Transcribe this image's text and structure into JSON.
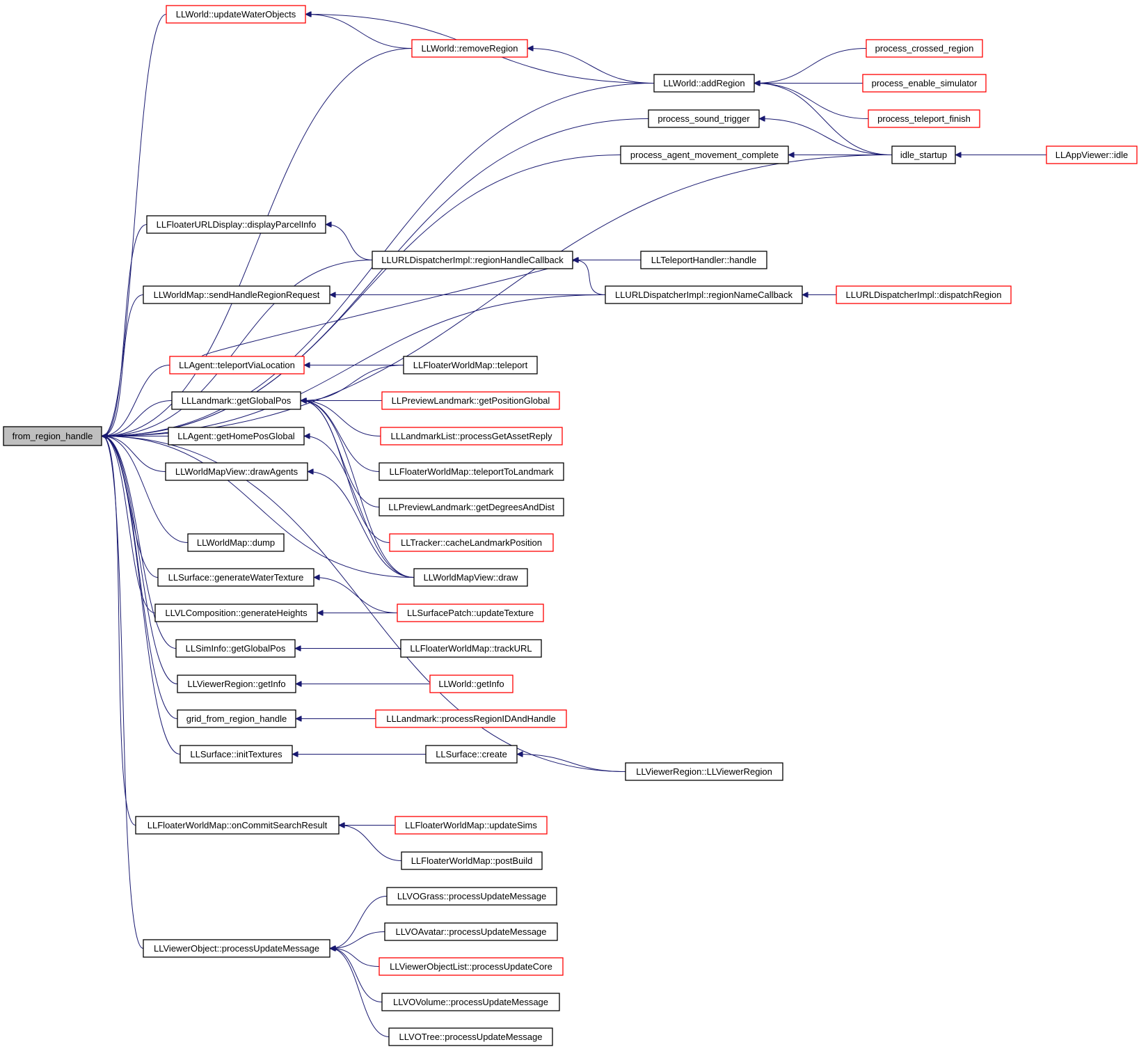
{
  "colors": {
    "edge": "#191970",
    "border_normal": "#000000",
    "border_truncated": "#ff0000",
    "root_fill": "#bfbfbf"
  },
  "nodes": [
    {
      "id": "root",
      "label": "from_region_handle",
      "style": "root"
    },
    {
      "id": "n1",
      "label": "LLWorld::updateWaterObjects",
      "style": "truncated"
    },
    {
      "id": "n2",
      "label": "LLWorld::removeRegion",
      "style": "truncated"
    },
    {
      "id": "n3",
      "label": "LLWorld::addRegion",
      "style": "normal"
    },
    {
      "id": "n4",
      "label": "process_crossed_region",
      "style": "truncated"
    },
    {
      "id": "n5",
      "label": "process_enable_simulator",
      "style": "truncated"
    },
    {
      "id": "n6",
      "label": "process_sound_trigger",
      "style": "normal"
    },
    {
      "id": "n7",
      "label": "process_teleport_finish",
      "style": "truncated"
    },
    {
      "id": "n8",
      "label": "process_agent_movement_complete",
      "style": "normal"
    },
    {
      "id": "n9",
      "label": "idle_startup",
      "style": "normal"
    },
    {
      "id": "n10",
      "label": "LLAppViewer::idle",
      "style": "truncated"
    },
    {
      "id": "n11",
      "label": "LLFloaterURLDisplay::displayParcelInfo",
      "style": "normal"
    },
    {
      "id": "n12",
      "label": "LLURLDispatcherImpl::regionHandleCallback",
      "style": "normal"
    },
    {
      "id": "n13",
      "label": "LLTeleportHandler::handle",
      "style": "normal"
    },
    {
      "id": "n14",
      "label": "LLWorldMap::sendHandleRegionRequest",
      "style": "normal"
    },
    {
      "id": "n15",
      "label": "LLURLDispatcherImpl::regionNameCallback",
      "style": "normal"
    },
    {
      "id": "n16",
      "label": "LLURLDispatcherImpl::dispatchRegion",
      "style": "truncated"
    },
    {
      "id": "n17",
      "label": "LLAgent::teleportViaLocation",
      "style": "truncated"
    },
    {
      "id": "n18",
      "label": "LLFloaterWorldMap::teleport",
      "style": "normal"
    },
    {
      "id": "n19",
      "label": "LLLandmark::getGlobalPos",
      "style": "normal"
    },
    {
      "id": "n20",
      "label": "LLPreviewLandmark::getPositionGlobal",
      "style": "truncated"
    },
    {
      "id": "n21",
      "label": "LLAgent::getHomePosGlobal",
      "style": "normal"
    },
    {
      "id": "n22",
      "label": "LLLandmarkList::processGetAssetReply",
      "style": "truncated"
    },
    {
      "id": "n23",
      "label": "LLWorldMapView::drawAgents",
      "style": "normal"
    },
    {
      "id": "n24",
      "label": "LLFloaterWorldMap::teleportToLandmark",
      "style": "normal"
    },
    {
      "id": "n25",
      "label": "LLPreviewLandmark::getDegreesAndDist",
      "style": "normal"
    },
    {
      "id": "n26",
      "label": "LLWorldMap::dump",
      "style": "normal"
    },
    {
      "id": "n27",
      "label": "LLTracker::cacheLandmarkPosition",
      "style": "truncated"
    },
    {
      "id": "n28",
      "label": "LLSurface::generateWaterTexture",
      "style": "normal"
    },
    {
      "id": "n29",
      "label": "LLWorldMapView::draw",
      "style": "normal"
    },
    {
      "id": "n30",
      "label": "LLVLComposition::generateHeights",
      "style": "normal"
    },
    {
      "id": "n31",
      "label": "LLSurfacePatch::updateTexture",
      "style": "truncated"
    },
    {
      "id": "n32",
      "label": "LLSimInfo::getGlobalPos",
      "style": "normal"
    },
    {
      "id": "n33",
      "label": "LLFloaterWorldMap::trackURL",
      "style": "normal"
    },
    {
      "id": "n34",
      "label": "LLViewerRegion::getInfo",
      "style": "normal"
    },
    {
      "id": "n35",
      "label": "LLWorld::getInfo",
      "style": "truncated"
    },
    {
      "id": "n36",
      "label": "grid_from_region_handle",
      "style": "normal"
    },
    {
      "id": "n37",
      "label": "LLLandmark::processRegionIDAndHandle",
      "style": "truncated"
    },
    {
      "id": "n38",
      "label": "LLSurface::initTextures",
      "style": "normal"
    },
    {
      "id": "n39",
      "label": "LLSurface::create",
      "style": "normal"
    },
    {
      "id": "n40",
      "label": "LLViewerRegion::LLViewerRegion",
      "style": "normal"
    },
    {
      "id": "n41",
      "label": "LLFloaterWorldMap::onCommitSearchResult",
      "style": "normal"
    },
    {
      "id": "n42",
      "label": "LLFloaterWorldMap::updateSims",
      "style": "truncated"
    },
    {
      "id": "n43",
      "label": "LLFloaterWorldMap::postBuild",
      "style": "normal"
    },
    {
      "id": "n44",
      "label": "LLVOGrass::processUpdateMessage",
      "style": "normal"
    },
    {
      "id": "n45",
      "label": "LLViewerObject::processUpdateMessage",
      "style": "normal"
    },
    {
      "id": "n46",
      "label": "LLVOAvatar::processUpdateMessage",
      "style": "normal"
    },
    {
      "id": "n47",
      "label": "LLViewerObjectList::processUpdateCore",
      "style": "truncated"
    },
    {
      "id": "n48",
      "label": "LLVOVolume::processUpdateMessage",
      "style": "normal"
    },
    {
      "id": "n49",
      "label": "LLVOTree::processUpdateMessage",
      "style": "normal"
    }
  ],
  "edges": [
    {
      "from": "n1",
      "to": "root"
    },
    {
      "from": "n2",
      "to": "root"
    },
    {
      "from": "n3",
      "to": "root"
    },
    {
      "from": "n6",
      "to": "root"
    },
    {
      "from": "n8",
      "to": "root"
    },
    {
      "from": "n9",
      "to": "root"
    },
    {
      "from": "n11",
      "to": "root"
    },
    {
      "from": "n12",
      "to": "root"
    },
    {
      "from": "n14",
      "to": "root"
    },
    {
      "from": "n15",
      "to": "root"
    },
    {
      "from": "n17",
      "to": "root"
    },
    {
      "from": "n19",
      "to": "root"
    },
    {
      "from": "n21",
      "to": "root"
    },
    {
      "from": "n23",
      "to": "root"
    },
    {
      "from": "n29",
      "to": "root"
    },
    {
      "from": "n26",
      "to": "root"
    },
    {
      "from": "n28",
      "to": "root"
    },
    {
      "from": "n30",
      "to": "root"
    },
    {
      "from": "n32",
      "to": "root"
    },
    {
      "from": "n34",
      "to": "root"
    },
    {
      "from": "n36",
      "to": "root"
    },
    {
      "from": "n38",
      "to": "root"
    },
    {
      "from": "n40",
      "to": "root"
    },
    {
      "from": "n41",
      "to": "root"
    },
    {
      "from": "n45",
      "to": "root"
    },
    {
      "from": "n2",
      "to": "n1"
    },
    {
      "from": "n3",
      "to": "n1"
    },
    {
      "from": "n3",
      "to": "n2"
    },
    {
      "from": "n4",
      "to": "n3"
    },
    {
      "from": "n5",
      "to": "n3"
    },
    {
      "from": "n7",
      "to": "n3"
    },
    {
      "from": "n9",
      "to": "n3"
    },
    {
      "from": "n9",
      "to": "n6"
    },
    {
      "from": "n9",
      "to": "n8"
    },
    {
      "from": "n10",
      "to": "n9"
    },
    {
      "from": "n12",
      "to": "n11"
    },
    {
      "from": "n13",
      "to": "n12"
    },
    {
      "from": "n15",
      "to": "n12"
    },
    {
      "from": "n17",
      "to": "n12"
    },
    {
      "from": "n15",
      "to": "n14"
    },
    {
      "from": "n16",
      "to": "n15"
    },
    {
      "from": "n18",
      "to": "n17"
    },
    {
      "from": "n18",
      "to": "n19"
    },
    {
      "from": "n20",
      "to": "n19"
    },
    {
      "from": "n22",
      "to": "n19"
    },
    {
      "from": "n24",
      "to": "n19"
    },
    {
      "from": "n25",
      "to": "n19"
    },
    {
      "from": "n27",
      "to": "n19"
    },
    {
      "from": "n29",
      "to": "n19"
    },
    {
      "from": "n29",
      "to": "n21"
    },
    {
      "from": "n29",
      "to": "n23"
    },
    {
      "from": "n31",
      "to": "n28"
    },
    {
      "from": "n31",
      "to": "n30"
    },
    {
      "from": "n33",
      "to": "n32"
    },
    {
      "from": "n35",
      "to": "n34"
    },
    {
      "from": "n37",
      "to": "n36"
    },
    {
      "from": "n39",
      "to": "n38"
    },
    {
      "from": "n40",
      "to": "n39"
    },
    {
      "from": "n42",
      "to": "n41"
    },
    {
      "from": "n43",
      "to": "n41"
    },
    {
      "from": "n44",
      "to": "n45"
    },
    {
      "from": "n46",
      "to": "n45"
    },
    {
      "from": "n47",
      "to": "n45"
    },
    {
      "from": "n48",
      "to": "n45"
    },
    {
      "from": "n49",
      "to": "n45"
    }
  ]
}
